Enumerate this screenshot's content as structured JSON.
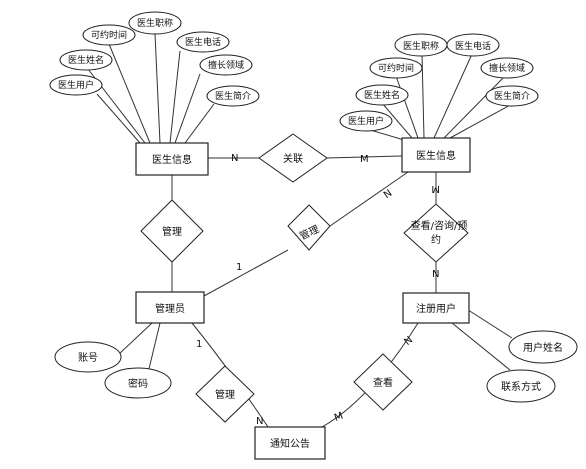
{
  "entities": {
    "doctor_info_left": "医生信息",
    "doctor_info_right": "医生信息",
    "admin": "管理员",
    "registered_user": "注册用户",
    "notice": "通知公告"
  },
  "relationships": {
    "associate": "关联",
    "manage_left": "管理",
    "manage_center": "管理",
    "view_consult_book_line1": "查看/咨询/预",
    "view_consult_book_line2": "约",
    "manage_bottom": "管理",
    "view_bottom": "查看"
  },
  "attributes": {
    "left": {
      "title": "医生职称",
      "available_time": "可约时间",
      "phone": "医生电话",
      "name": "医生姓名",
      "specialty": "擅长领域",
      "user": "医生用户",
      "intro": "医生简介"
    },
    "right": {
      "title": "医生职称",
      "phone": "医生电话",
      "available_time": "可约时间",
      "specialty": "擅长领域",
      "name": "医生姓名",
      "intro": "医生简介",
      "user": "医生用户"
    },
    "admin": {
      "account": "账号",
      "password": "密码"
    },
    "user": {
      "username": "用户姓名",
      "contact": "联系方式"
    }
  },
  "cardinalities": {
    "assoc_left": "N",
    "assoc_right": "M",
    "right_manage": "N",
    "admin_manage": "1",
    "right_view_top": "M",
    "right_view_bottom": "N",
    "admin_notice": "1",
    "notice_manage": "N",
    "user_view": "N",
    "notice_view": "M"
  }
}
